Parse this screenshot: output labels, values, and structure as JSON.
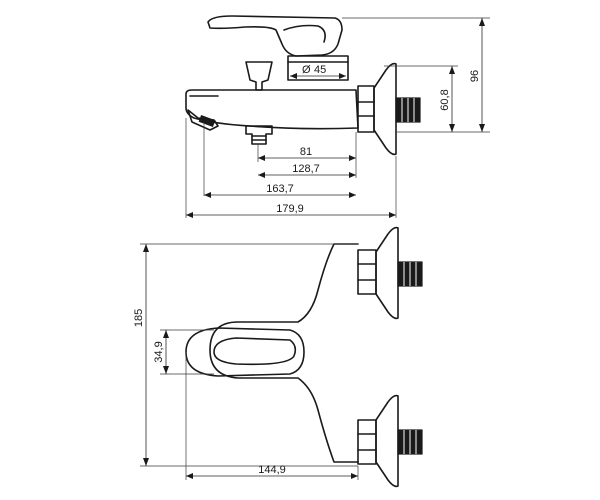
{
  "dimensions": {
    "overall_height_top": "96",
    "diameter": "45",
    "diameter_symbol": "Ø",
    "axis_height": "60,8",
    "spout_81": "81",
    "spout_128": "128,7",
    "spout_163": "163,7",
    "overall_depth": "179,9",
    "overall_height_front": "185",
    "handle_height": "34,9",
    "overall_width_front": "144,9"
  }
}
